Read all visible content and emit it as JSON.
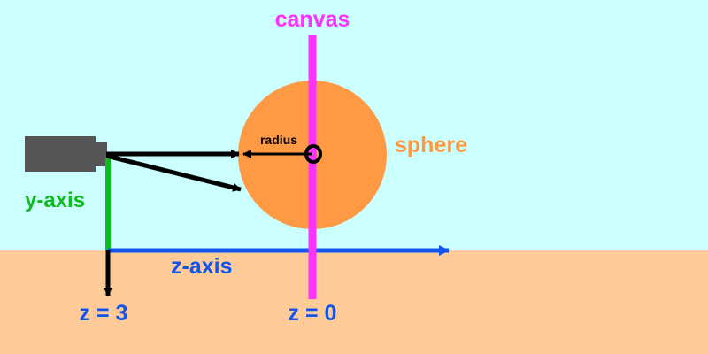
{
  "labels": {
    "canvas": "canvas",
    "sphere": "sphere",
    "radius": "radius",
    "y_axis": "y-axis",
    "z_axis": "z-axis",
    "z_camera": "z = 3",
    "z_canvas": "z = 0"
  },
  "colors": {
    "sky": "#ccffff",
    "ground": "#ffcc99",
    "canvas": "#ff33ff",
    "sphere": "#ff9944",
    "y_axis": "#11bb22",
    "z_axis": "#1155ee",
    "ray": "#000000",
    "camera": "#555555"
  }
}
